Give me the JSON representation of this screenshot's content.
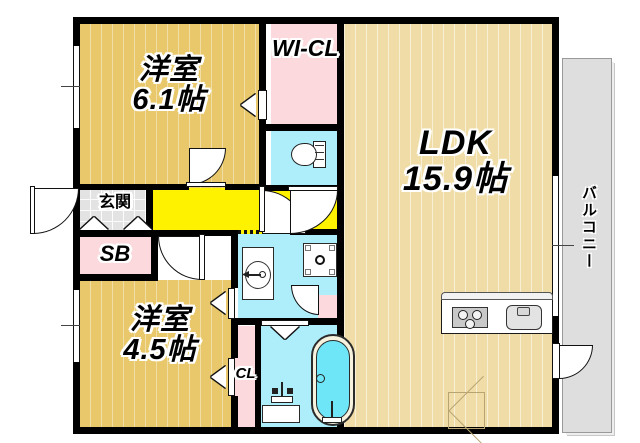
{
  "plan": {
    "type": "japanese-apartment-floorplan",
    "rooms": [
      {
        "id": "washitsu_top",
        "label": "洋室",
        "size": "6.1帖",
        "floor_color": "#e8c86a"
      },
      {
        "id": "washitsu_bot",
        "label": "洋室",
        "size": "4.5帖",
        "floor_color": "#e8c86a"
      },
      {
        "id": "ldk",
        "label": "LDK",
        "size": "15.9帖",
        "floor_color": "#f0dca6"
      }
    ],
    "closets": [
      {
        "id": "wic",
        "label": "WI-CL",
        "floor_color": "#fbd9dc"
      },
      {
        "id": "cl",
        "label": "CL",
        "floor_color": "#fbd9dc"
      },
      {
        "id": "shoebox",
        "label": "SB",
        "floor_color": "#fbd9dc"
      }
    ],
    "entrance": {
      "label": "玄関",
      "floor_color": "#dcdcdc"
    },
    "balcony": {
      "label": "バルコニー",
      "floor_color": "#dedede"
    },
    "corridor": {
      "floor_color": "#fff200"
    },
    "wet_areas": {
      "toilet_floor_color": "#aeeefb",
      "washroom_floor_color": "#aeeefb",
      "bath_floor_color": "#aeeefb",
      "tub_water_color": "#6fe6f7"
    },
    "wall_color": "#000000",
    "background_color": "#ffffff"
  },
  "labels": {
    "room_top_name": "洋室",
    "room_top_size": "6.1帖",
    "room_bottom_name": "洋室",
    "room_bottom_size": "4.5帖",
    "ldk_name": "LDK",
    "ldk_size": "15.9帖",
    "wic": "WI-CL",
    "cl": "CL",
    "sb": "SB",
    "genkan": "玄関",
    "balcony": "バルコニー"
  }
}
